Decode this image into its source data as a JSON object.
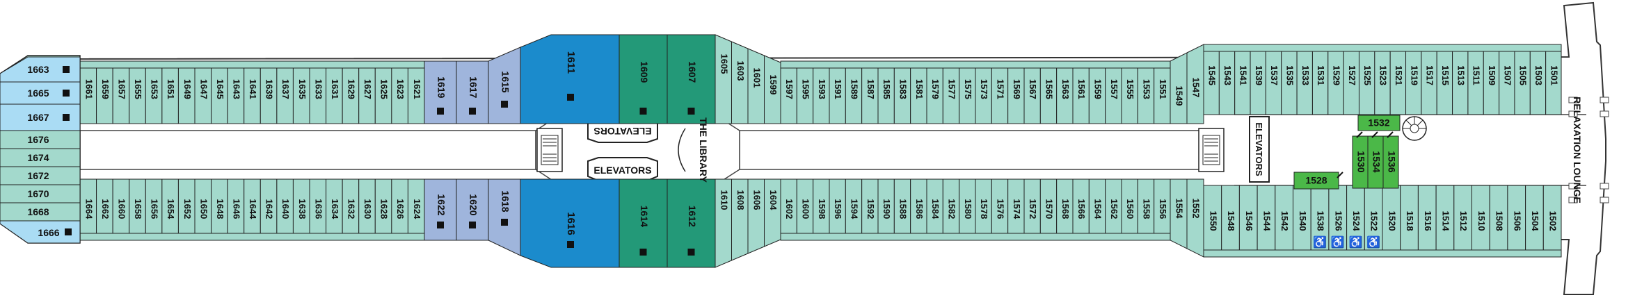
{
  "colors": {
    "teal": "#a3d9cc",
    "tealDark": "#8ccbbd",
    "periwinkle": "#9fb5dc",
    "blue": "#1b8bcc",
    "green": "#239978",
    "lightBlue": "#aadcf4",
    "brightGreen": "#4bb848",
    "outline": "#222222"
  },
  "labels": {
    "elevators_forward_top": "ELEVATORS",
    "elevators_forward_bottom": "ELEVATORS",
    "library": "THE LIBRARY",
    "elevators_aft": "ELEVATORS",
    "relaxation_lounge": "RELAXATION LOUNGE"
  },
  "bow_top": [
    "1663",
    "1665",
    "1667"
  ],
  "bow_middle": [
    "1676",
    "1674",
    "1672",
    "1670",
    "1668"
  ],
  "bow_bottom": "1666",
  "top_run_a": [
    "1661",
    "1659",
    "1657",
    "1655",
    "1653",
    "1651",
    "1649",
    "1647",
    "1645",
    "1643",
    "1641",
    "1639",
    "1637",
    "1635",
    "1633",
    "1631",
    "1629",
    "1627",
    "1625",
    "1623",
    "1621"
  ],
  "top_peri": [
    "1619",
    "1617"
  ],
  "top_taper": "1615",
  "top_blue": "1611",
  "top_green": [
    "1609",
    "1607"
  ],
  "top_mid_taper": [
    "1605",
    "1603",
    "1601",
    "1599"
  ],
  "top_run_b": [
    "1597",
    "1595",
    "1593",
    "1591",
    "1589",
    "1587",
    "1585",
    "1583",
    "1581",
    "1579",
    "1577",
    "1575",
    "1573",
    "1571",
    "1569",
    "1567",
    "1565",
    "1563",
    "1561",
    "1559",
    "1557",
    "1555",
    "1553",
    "1551"
  ],
  "top_aft_taper": [
    "1549",
    "1547"
  ],
  "top_run_c": [
    "1545",
    "1543",
    "1541",
    "1539",
    "1537",
    "1535",
    "1533",
    "1531",
    "1529",
    "1527",
    "1525",
    "1523",
    "1521",
    "1519",
    "1517",
    "1515",
    "1513",
    "1511",
    "1509",
    "1507",
    "1505",
    "1503",
    "1501"
  ],
  "bot_run_a": [
    "1664",
    "1662",
    "1660",
    "1658",
    "1656",
    "1654",
    "1652",
    "1650",
    "1648",
    "1646",
    "1644",
    "1642",
    "1640",
    "1638",
    "1636",
    "1634",
    "1632",
    "1630",
    "1628",
    "1626",
    "1624"
  ],
  "bot_peri": [
    "1622",
    "1620"
  ],
  "bot_taper": "1618",
  "bot_blue": "1616",
  "bot_green": [
    "1614",
    "1612"
  ],
  "bot_mid_taper": [
    "1610",
    "1608",
    "1606",
    "1604"
  ],
  "bot_run_b": [
    "1602",
    "1600",
    "1598",
    "1596",
    "1594",
    "1592",
    "1590",
    "1588",
    "1586",
    "1584",
    "1582",
    "1580",
    "1578",
    "1576",
    "1574",
    "1572",
    "1570",
    "1568",
    "1566",
    "1564",
    "1562",
    "1560",
    "1558",
    "1556"
  ],
  "bot_aft_taper": [
    "1554",
    "1552"
  ],
  "bot_run_c": [
    "1550",
    "1548",
    "1546",
    "1544",
    "1542",
    "1540",
    "1538",
    "1526",
    "1524",
    "1522",
    "1520",
    "1518",
    "1516",
    "1514",
    "1512",
    "1510",
    "1508",
    "1506",
    "1504",
    "1502"
  ],
  "accessible_cabins": [
    "1538",
    "1526",
    "1524",
    "1522"
  ],
  "accessible_symbol": "♿",
  "suites": {
    "s1532": "1532",
    "s1530": "1530",
    "s1534": "1534",
    "s1536": "1536",
    "s1528": "1528"
  }
}
